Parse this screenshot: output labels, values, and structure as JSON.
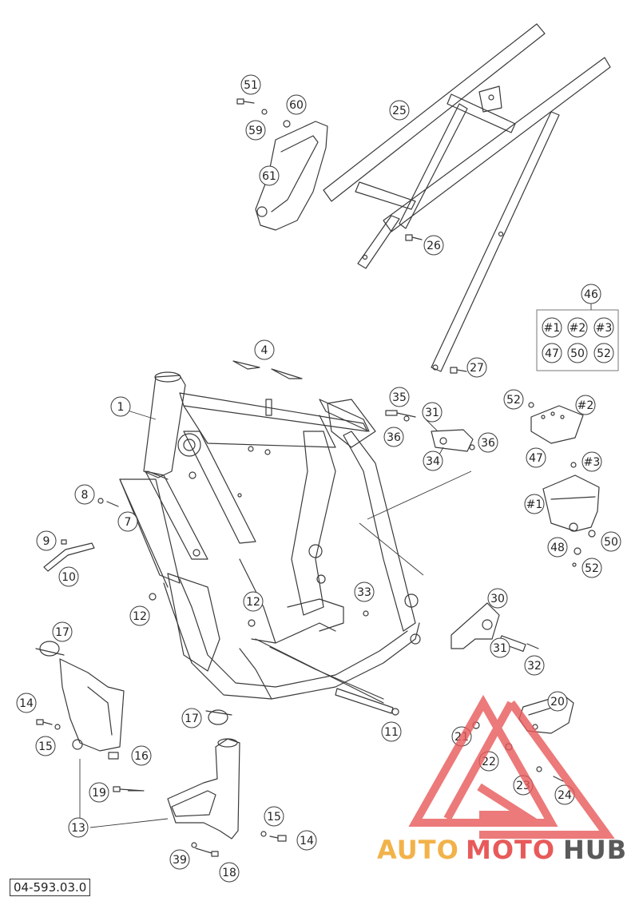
{
  "diagram": {
    "part_number": "04-593.03.0",
    "set_box": {
      "label": "46",
      "items": [
        "#1",
        "#2",
        "#3",
        "47",
        "50",
        "52"
      ]
    },
    "callouts": [
      {
        "id": "c1",
        "label": "1"
      },
      {
        "id": "c4",
        "label": "4"
      },
      {
        "id": "c7",
        "label": "7"
      },
      {
        "id": "c8",
        "label": "8"
      },
      {
        "id": "c9",
        "label": "9"
      },
      {
        "id": "c10",
        "label": "10"
      },
      {
        "id": "c11",
        "label": "11"
      },
      {
        "id": "c12a",
        "label": "12"
      },
      {
        "id": "c12b",
        "label": "12"
      },
      {
        "id": "c13",
        "label": "13"
      },
      {
        "id": "c14a",
        "label": "14"
      },
      {
        "id": "c14b",
        "label": "14"
      },
      {
        "id": "c15a",
        "label": "15"
      },
      {
        "id": "c15b",
        "label": "15"
      },
      {
        "id": "c16",
        "label": "16"
      },
      {
        "id": "c17a",
        "label": "17"
      },
      {
        "id": "c17b",
        "label": "17"
      },
      {
        "id": "c18",
        "label": "18"
      },
      {
        "id": "c19",
        "label": "19"
      },
      {
        "id": "c20",
        "label": "20"
      },
      {
        "id": "c21",
        "label": "21"
      },
      {
        "id": "c22",
        "label": "22"
      },
      {
        "id": "c23",
        "label": "23"
      },
      {
        "id": "c24",
        "label": "24"
      },
      {
        "id": "c25",
        "label": "25"
      },
      {
        "id": "c26",
        "label": "26"
      },
      {
        "id": "c27",
        "label": "27"
      },
      {
        "id": "c30",
        "label": "30"
      },
      {
        "id": "c31a",
        "label": "31"
      },
      {
        "id": "c31b",
        "label": "31"
      },
      {
        "id": "c32",
        "label": "32"
      },
      {
        "id": "c33",
        "label": "33"
      },
      {
        "id": "c34",
        "label": "34"
      },
      {
        "id": "c35",
        "label": "35"
      },
      {
        "id": "c36a",
        "label": "36"
      },
      {
        "id": "c36b",
        "label": "36"
      },
      {
        "id": "c39",
        "label": "39"
      },
      {
        "id": "c47",
        "label": "47"
      },
      {
        "id": "c48",
        "label": "48"
      },
      {
        "id": "c50",
        "label": "50"
      },
      {
        "id": "c51",
        "label": "51"
      },
      {
        "id": "c52a",
        "label": "52"
      },
      {
        "id": "c52b",
        "label": "52"
      },
      {
        "id": "c59",
        "label": "59"
      },
      {
        "id": "c60",
        "label": "60"
      },
      {
        "id": "c61",
        "label": "61"
      },
      {
        "id": "ch1",
        "label": "#1"
      },
      {
        "id": "ch2",
        "label": "#2"
      },
      {
        "id": "ch3",
        "label": "#3"
      }
    ]
  },
  "watermark": {
    "part1": "AUTO",
    "part2": "MOTO",
    "part3": "HUB"
  },
  "colors": {
    "line": "#3a3a3a",
    "watermark_red": "#e85a5a",
    "watermark_orange": "#f2b24a",
    "watermark_gray": "#5a5a5a"
  }
}
